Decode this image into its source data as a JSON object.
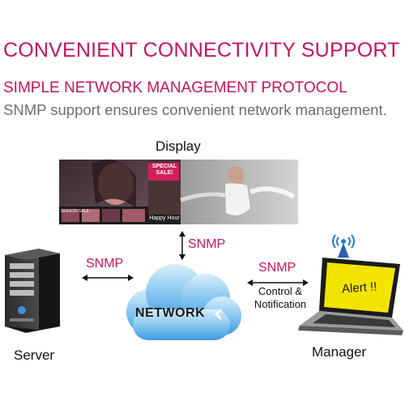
{
  "header": {
    "title": "CONVENIENT CONNECTIVITY SUPPORT",
    "subtitle": "SIMPLE NETWORK MANAGEMENT PROTOCOL",
    "description": "SNMP support ensures convenient network management."
  },
  "diagram": {
    "display_label": "Display",
    "server_label": "Server",
    "manager_label": "Manager",
    "network_label": "NETWORK",
    "snmp_top": "SNMP",
    "snmp_left": "SNMP",
    "snmp_right": "SNMP",
    "control_line1": "Control &",
    "control_line2": "Notification",
    "alert_text": "Alert !!",
    "display_screen": {
      "tag_line1": "SPECIAL",
      "tag_line2": "SALE!",
      "happy_hour": "Happy Hour",
      "season_sale": "SEASON SALE"
    }
  },
  "colors": {
    "accent": "#c4155f",
    "text_gray": "#6d6d6d",
    "cloud": "#4fa9e4",
    "alert_bg": "#f3e400"
  }
}
